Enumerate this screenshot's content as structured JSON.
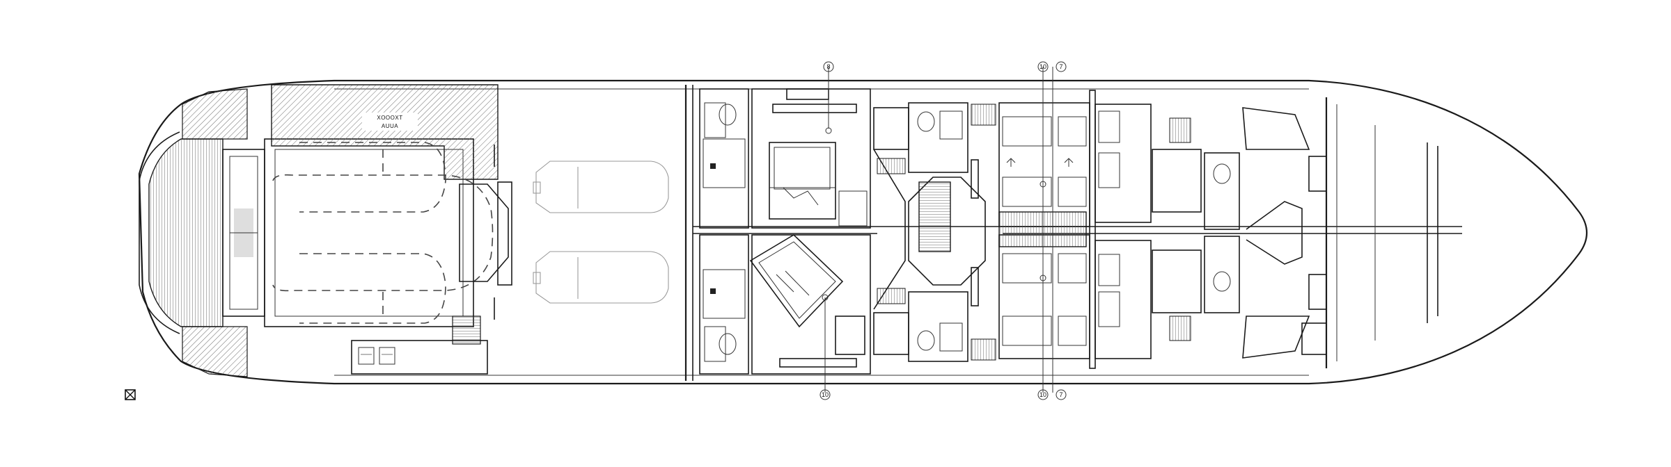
{
  "plan": {
    "garage_label_line1": "XOOOXT",
    "garage_label_line2": "AUUA",
    "callouts_top": [
      "8",
      "10",
      "7"
    ],
    "callouts_bottom": [
      "10",
      "10",
      "7"
    ]
  },
  "colors": {
    "line": "#1a1a1a",
    "hatch": "#6f6f6f",
    "ghost": "#9a9a9a",
    "background": "#ffffff"
  }
}
